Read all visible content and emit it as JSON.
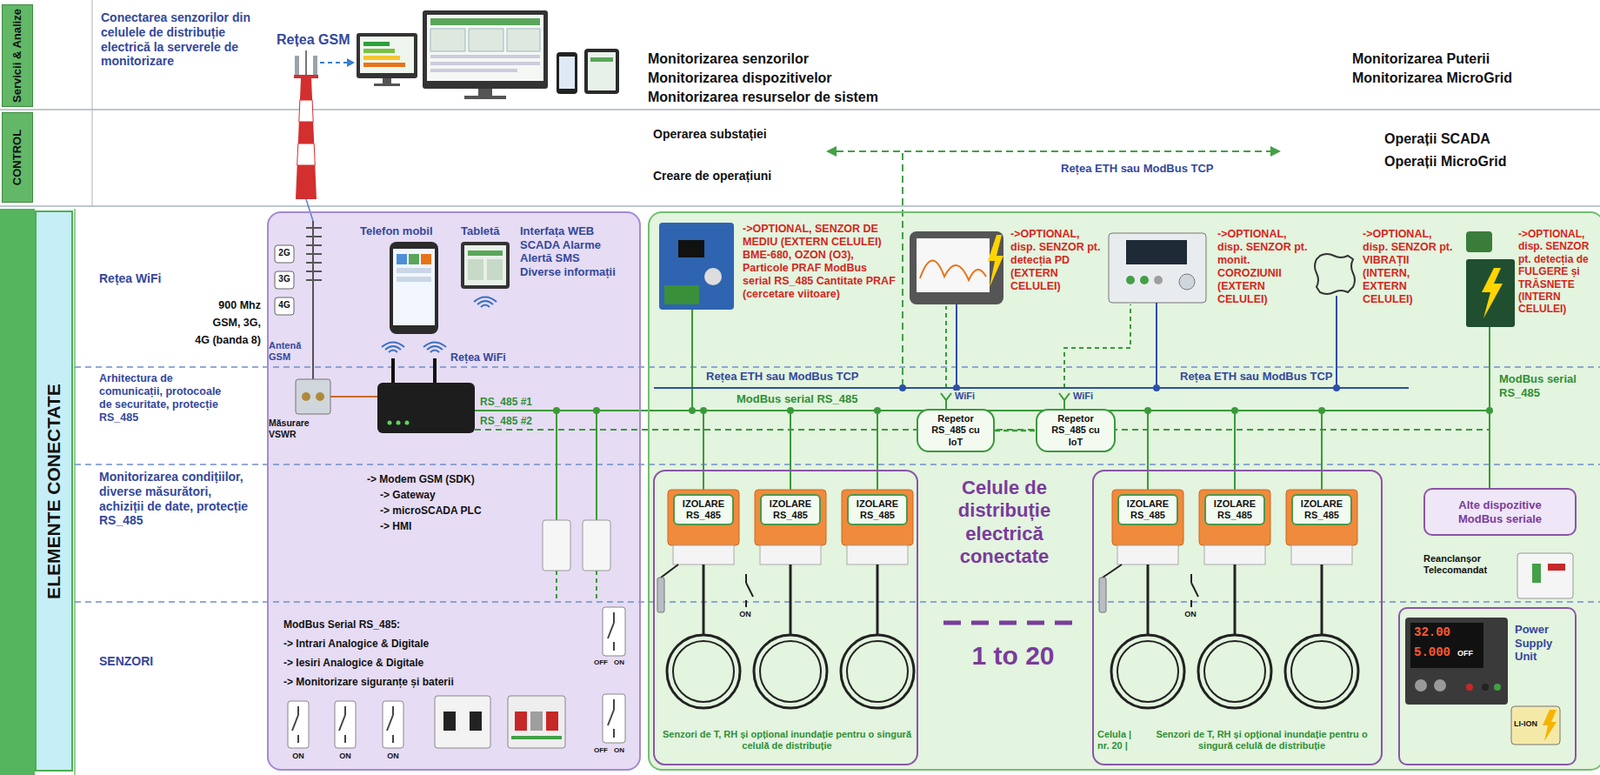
{
  "diagram": {
    "nodes": [
      {
        "text": [
          "Servicii & Analize"
        ]
      },
      {
        "text": [
          "CONTROL"
        ]
      },
      {
        "text": [
          "ELEMENTE CONECTATE"
        ]
      },
      {
        "text": [
          "Telefon mobil",
          "Tabletă",
          "Interfața WEB SCADA Alarme Alertă SMS Diverse informații",
          "Antenă GSM",
          "Rețea WiFi",
          "Măsurare VSWR",
          "RS_485 #1",
          "RS_485 #2",
          "-> Modem GSM (SDK)",
          "-> Gateway",
          "-> microSCADA PLC",
          "-> HMI",
          "ModBus Serial RS_485:",
          "-> Intrari Analogice & Digitale",
          "-> Iesiri Analogice & Digitale",
          "-> Monitorizare siguranțe și baterii"
        ]
      },
      {
        "text": [
          "->OPTIONAL, SENZOR DE MEDIU (EXTERN CELULEI) BME-680, OZON (O3), Particole PRAF ModBus serial RS_485 Cantitate PRAF (cercetare viitoare)",
          "->OPTIONAL, disp. SENZOR pt. detecția PD (EXTERN CELULEI)",
          "->OPTIONAL, disp. SENZOR pt. monit. COROZIUNII (EXTERN CELULEI)",
          "->OPTIONAL, disp. SENZOR pt. VIBRAȚII (INTERN, EXTERN CELULEI)",
          "->OPTIONAL, disp. SENZOR pt. detecția de FULGERE și TRĂSNETE (INTERN CELULEI)",
          "Celule de distribuție electrică conectate",
          "1 to 20",
          "Reanclanșor Telecomandat"
        ]
      },
      {
        "text": [
          "Senzori de T, RH și opțional inundație pentru o singură celulă de distribuție"
        ],
        "in": 4
      },
      {
        "text": [
          "IZOLARE RS_485"
        ],
        "in": 5
      },
      {
        "text": [
          "IZOLARE RS_485"
        ],
        "in": 5
      },
      {
        "text": [
          "IZOLARE RS_485"
        ],
        "in": 5
      },
      {
        "text": [
          "Celula | nr. 20 |",
          "Senzori de T, RH și opțional inundație pentru o singură celulă de distribuție"
        ],
        "in": 4
      },
      {
        "text": [
          "IZOLARE RS_485"
        ],
        "in": 9
      },
      {
        "text": [
          "IZOLARE RS_485"
        ],
        "in": 9
      },
      {
        "text": [
          "IZOLARE RS_485"
        ],
        "in": 9
      },
      {
        "text": [
          "Repetor RS_485 cu IoT"
        ],
        "in": 4
      },
      {
        "text": [
          "Repetor RS_485 cu IoT"
        ],
        "in": 4
      },
      {
        "text": [
          "Alte dispozitive ModBus seriale"
        ],
        "in": 4
      },
      {
        "text": [
          "Power Supply Unit"
        ],
        "in": 4
      }
    ],
    "edges": [
      {
        "from": 13,
        "to": 14,
        "arrow": "none"
      }
    ],
    "labels": [
      "Conectarea senzorilor din celulele de distribuție electrică la serverele de monitorizare",
      "Rețea GSM",
      "Monitorizarea senzorilor",
      "Monitorizarea dispozitivelor",
      "Monitorizarea resurselor de sistem",
      "Monitorizarea Puterii",
      "Monitorizarea MicroGrid",
      "Operarea substației",
      "Creare de operațiuni",
      "Rețea ETH sau ModBus TCP",
      "Operații SCADA",
      "Operații MicroGrid",
      "Rețea WiFi",
      "900 Mhz",
      "GSM, 3G,",
      "4G (banda 8)",
      "Arhitectura de comunicații, protocoale de securitate, protecție RS_485",
      "Monitorizarea condițiilor, diverse măsurători, achiziții de date, protecție RS_485",
      "SENZORI",
      "2G",
      "3G",
      "4G",
      "Rețea ETH sau ModBus TCP",
      "Rețea ETH sau ModBus TCP",
      "ModBus serial RS_485",
      "WiFi",
      "WiFi",
      "ModBus serial RS_485",
      "ON",
      "ON",
      "ON",
      "OFF",
      "ON",
      "OFF",
      "ON",
      "ON",
      "ON",
      "32.00",
      "5.000",
      "OFF",
      "LI-ION"
    ]
  }
}
